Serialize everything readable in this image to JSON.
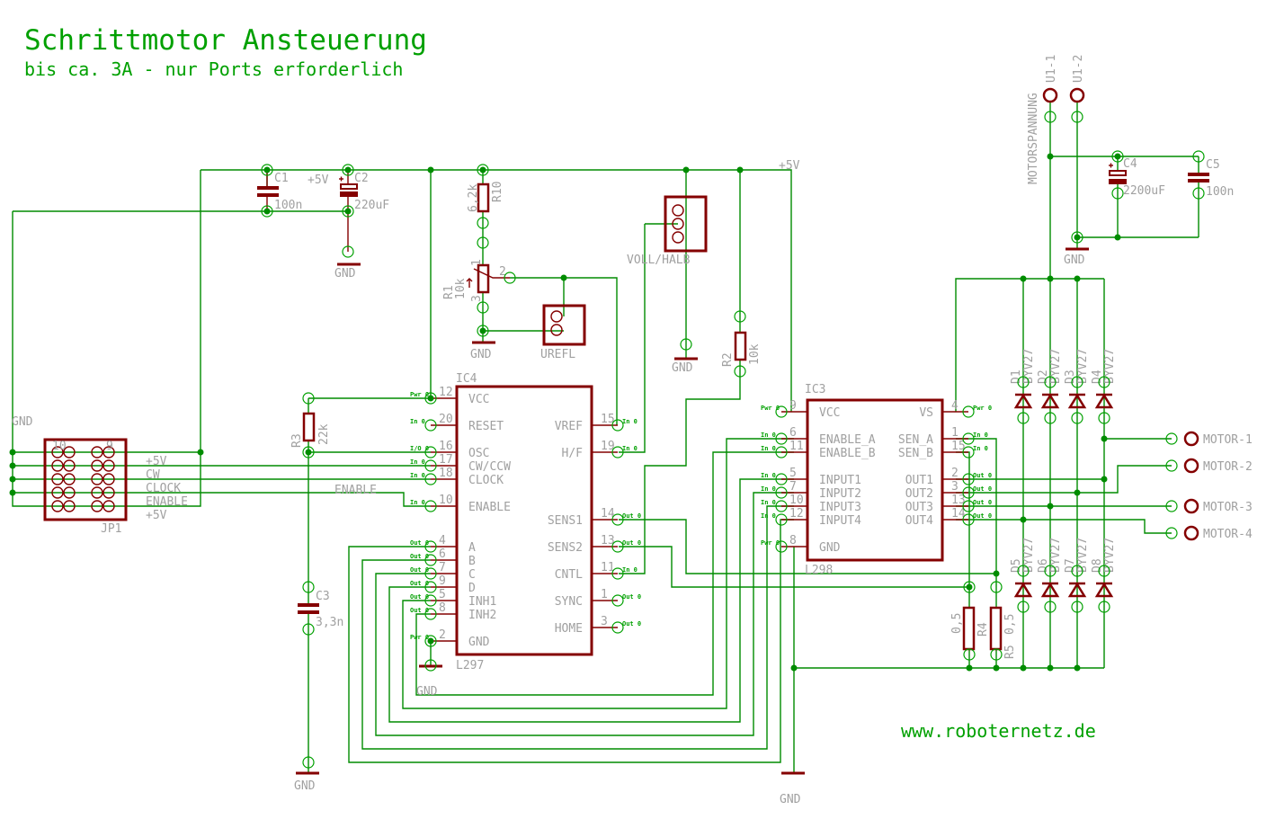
{
  "title": "Schrittmotor Ansteuerung",
  "subtitle": "bis ca. 3A - nur Ports erforderlich",
  "website": "www.roboternetz.de",
  "colors": {
    "wire": "#008c00",
    "part": "#840000",
    "label": "#a0a0a0",
    "title": "#00a000"
  },
  "supply": {
    "vcc": "+5V",
    "gnd": "GND",
    "motor_supply": "MOTORSPANNUNG"
  },
  "parts": {
    "c1": {
      "name": "C1",
      "value": "100n"
    },
    "c2": {
      "name": "C2",
      "value": "220uF"
    },
    "c3": {
      "name": "C3",
      "value": "3,3n"
    },
    "c4": {
      "name": "C4",
      "value": "2200uF"
    },
    "c5": {
      "name": "C5",
      "value": "100n"
    },
    "r1": {
      "name": "R1",
      "value": "10k"
    },
    "r2": {
      "name": "R2",
      "value": "10k"
    },
    "r3": {
      "name": "R3",
      "value": "22k"
    },
    "r4": {
      "name": "R4",
      "value": "0,5"
    },
    "r5": {
      "name": "R5",
      "value": "0,5"
    },
    "r10": {
      "name": "R10",
      "value": "6,2k"
    },
    "jp1": {
      "name": "JP1",
      "signals": [
        "+5V",
        "CW",
        "CLOCK",
        "ENABLE",
        "+5V"
      ],
      "pin_first": "10",
      "pin_last": "9"
    },
    "urefl": "UREFL",
    "voll_halb": "VOLL/HALB",
    "u1_1": "U1-1",
    "u1_2": "U1-2",
    "motors": [
      "MOTOR-1",
      "MOTOR-2",
      "MOTOR-3",
      "MOTOR-4"
    ],
    "diodes": {
      "names": [
        "D1",
        "D2",
        "D3",
        "D4",
        "D5",
        "D6",
        "D7",
        "D8"
      ],
      "type": "BYV27"
    },
    "r1_pins": [
      "1",
      "2",
      "3"
    ]
  },
  "net_labels": {
    "enable": "ENABLE"
  },
  "ic4": {
    "name": "IC4",
    "type": "L297",
    "left_pins": [
      {
        "num": "12",
        "name": "VCC",
        "kind": "Pwr 0"
      },
      {
        "num": "20",
        "name": "RESET",
        "kind": "In 0"
      },
      {
        "num": "16",
        "name": "OSC",
        "kind": "I/O 0"
      },
      {
        "num": "17",
        "name": "CW/CCW",
        "kind": "In 0"
      },
      {
        "num": "18",
        "name": "CLOCK",
        "kind": "In 0"
      },
      {
        "num": "10",
        "name": "ENABLE",
        "kind": "In 0"
      },
      {
        "num": "4",
        "name": "A",
        "kind": "Out 0"
      },
      {
        "num": "6",
        "name": "B",
        "kind": "Out 0"
      },
      {
        "num": "7",
        "name": "C",
        "kind": "Out 0"
      },
      {
        "num": "9",
        "name": "D",
        "kind": "Out 0"
      },
      {
        "num": "5",
        "name": "INH1",
        "kind": "Out 0"
      },
      {
        "num": "8",
        "name": "INH2",
        "kind": "Out 0"
      },
      {
        "num": "2",
        "name": "GND",
        "kind": "Pwr 0"
      }
    ],
    "right_pins": [
      {
        "num": "15",
        "name": "VREF",
        "kind": "In 0"
      },
      {
        "num": "19",
        "name": "H/F",
        "kind": "In 0"
      },
      {
        "num": "14",
        "name": "SENS1",
        "kind": "Out 0"
      },
      {
        "num": "13",
        "name": "SENS2",
        "kind": "Out 0"
      },
      {
        "num": "11",
        "name": "CNTL",
        "kind": "In 0"
      },
      {
        "num": "1",
        "name": "SYNC",
        "kind": "Out 0"
      },
      {
        "num": "3",
        "name": "HOME",
        "kind": "Out 0"
      }
    ]
  },
  "ic3": {
    "name": "IC3",
    "type": "L298",
    "left_pins": [
      {
        "num": "9",
        "name": "VCC",
        "kind": "Pwr 0"
      },
      {
        "num": "6",
        "name": "ENABLE_A",
        "kind": "In 0"
      },
      {
        "num": "11",
        "name": "ENABLE_B",
        "kind": "In 0"
      },
      {
        "num": "5",
        "name": "INPUT1",
        "kind": "In 0"
      },
      {
        "num": "7",
        "name": "INPUT2",
        "kind": "In 0"
      },
      {
        "num": "10",
        "name": "INPUT3",
        "kind": "In 0"
      },
      {
        "num": "12",
        "name": "INPUT4",
        "kind": "In 0"
      },
      {
        "num": "8",
        "name": "GND",
        "kind": "Pwr 0"
      }
    ],
    "right_pins": [
      {
        "num": "4",
        "name": "VS",
        "kind": "Pwr 0"
      },
      {
        "num": "1",
        "name": "SEN_A",
        "kind": "In 0"
      },
      {
        "num": "15",
        "name": "SEN_B",
        "kind": "In 0"
      },
      {
        "num": "2",
        "name": "OUT1",
        "kind": "Out 0"
      },
      {
        "num": "3",
        "name": "OUT2",
        "kind": "Out 0"
      },
      {
        "num": "13",
        "name": "OUT3",
        "kind": "Out 0"
      },
      {
        "num": "14",
        "name": "OUT4",
        "kind": "Out 0"
      }
    ]
  }
}
